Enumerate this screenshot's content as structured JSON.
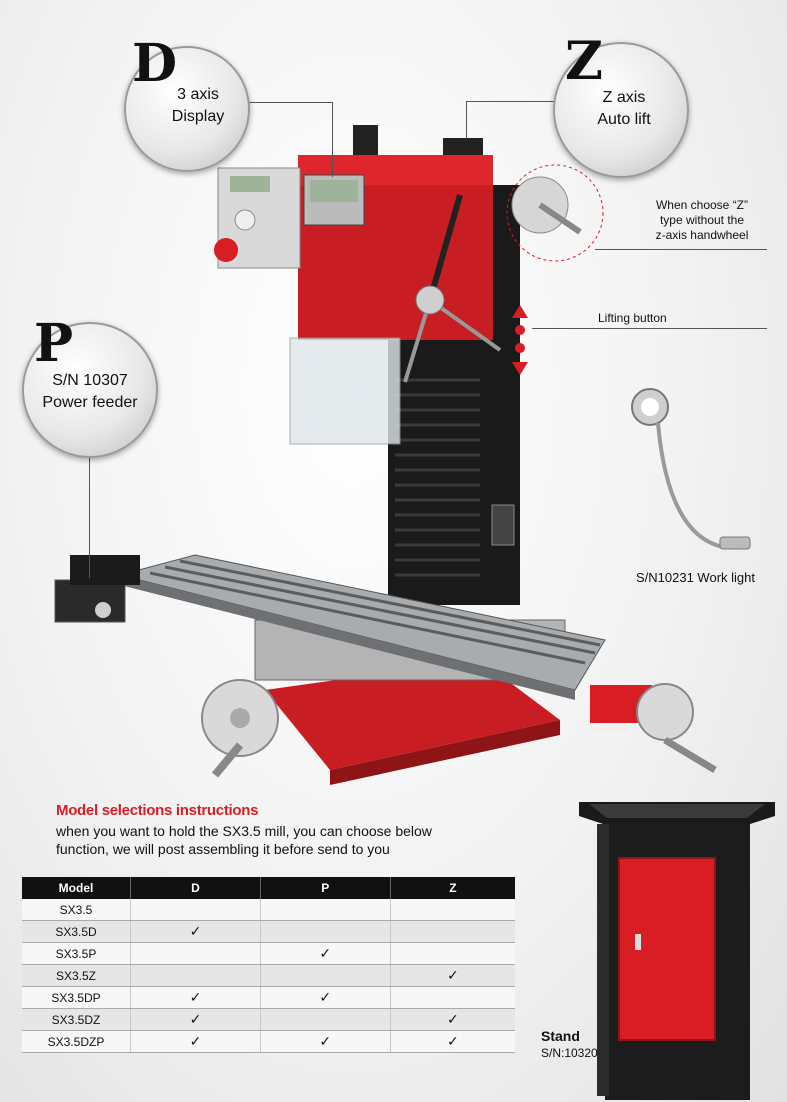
{
  "badges": {
    "d": {
      "letter": "D",
      "line1": "3 axis",
      "line2": "Display"
    },
    "z": {
      "letter": "Z",
      "line1": "Z axis",
      "line2": "Auto lift"
    },
    "p": {
      "letter": "P",
      "line1": "S/N 10307",
      "line2": "Power feeder"
    }
  },
  "callouts": {
    "z_note_1": "When choose  “Z”",
    "z_note_2": "type without the",
    "z_note_3": "z-axis handwheel",
    "lifting": "Lifting button",
    "work_light": "S/N10231 Work light"
  },
  "instructions": {
    "title": "Model selections instructions",
    "line1": "when you want to hold the SX3.5 mill, you can choose below",
    "line2": "function, we will post assembling it before send to you"
  },
  "table": {
    "headers": [
      "Model",
      "D",
      "P",
      "Z"
    ],
    "rows": [
      {
        "model": "SX3.5",
        "d": "",
        "p": "",
        "z": ""
      },
      {
        "model": "SX3.5D",
        "d": "✓",
        "p": "",
        "z": ""
      },
      {
        "model": "SX3.5P",
        "d": "",
        "p": "✓",
        "z": ""
      },
      {
        "model": "SX3.5Z",
        "d": "",
        "p": "",
        "z": "✓"
      },
      {
        "model": "SX3.5DP",
        "d": "✓",
        "p": "✓",
        "z": ""
      },
      {
        "model": "SX3.5DZ",
        "d": "✓",
        "p": "",
        "z": "✓"
      },
      {
        "model": "SX3.5DZP",
        "d": "✓",
        "p": "✓",
        "z": "✓"
      }
    ]
  },
  "stand": {
    "title": "Stand",
    "sn": "S/N:10320"
  },
  "colors": {
    "accent_red": "#d81e24",
    "dark": "#111111"
  }
}
